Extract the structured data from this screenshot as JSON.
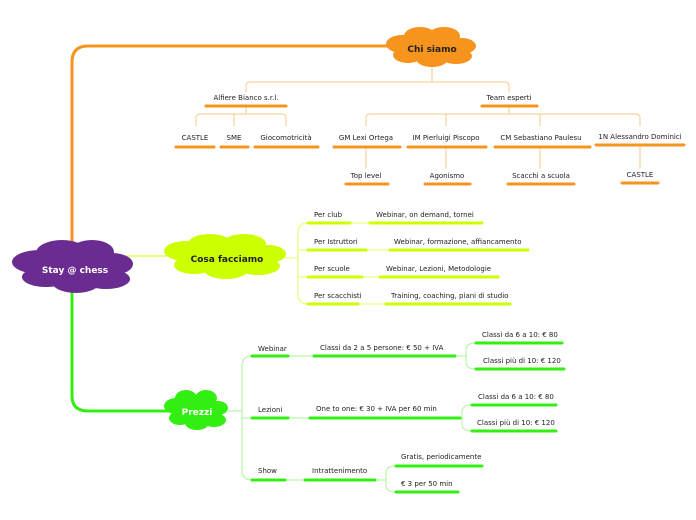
{
  "central": {
    "label": "Stay @ chess",
    "color": "#6b2c91"
  },
  "branches": {
    "chi_siamo": {
      "label": "Chi siamo",
      "color": "#f7941d",
      "groups": {
        "alfiere": {
          "label": "Alfiere Bianco s.r.l.",
          "items": [
            "CASTLE",
            "SME",
            "Giocomotricità"
          ]
        },
        "team": {
          "label": "Team esperti",
          "members": [
            {
              "name": "GM Lexi Ortega",
              "detail": "Top level"
            },
            {
              "name": "IM Pierluigi Piscopo",
              "detail": "Agonismo"
            },
            {
              "name": "CM Sebastiano Paulesu",
              "detail": "Scacchi a scuola"
            },
            {
              "name": "1N Alessandro Dominici",
              "detail": "CASTLE"
            }
          ]
        }
      }
    },
    "cosa_facciamo": {
      "label": "Cosa facciamo",
      "color": "#ccff00",
      "rows": [
        {
          "label": "Per club",
          "detail": "Webinar, on demand, tornei"
        },
        {
          "label": "Per Istruttori",
          "detail": "Webinar, formazione, affiancamento"
        },
        {
          "label": "Per  scuole",
          "detail": "Webinar, Lezioni, Metodologie"
        },
        {
          "label": "Per scacchisti",
          "detail": "Training, coaching, piani di studio"
        }
      ]
    },
    "prezzi": {
      "label": "Prezzi",
      "color": "#33ee11",
      "items": {
        "webinar": {
          "label": "Webinar",
          "detail": "Classi da 2 a 5 persone: € 50 + IVA",
          "subs": [
            "Classi da 6 a 10: € 80",
            "Classi più di 10: € 120"
          ]
        },
        "lezioni": {
          "label": "Lezioni",
          "detail": "One to one: € 30 + IVA per 60 min",
          "subs": [
            "Classi da 6 a 10: € 80",
            "Classi più di 10: € 120"
          ]
        },
        "show": {
          "label": "Show",
          "detail": "Intrattenimento",
          "subs": [
            "Gratis, periodicamente",
            "€ 3 per 50 min"
          ]
        }
      }
    }
  }
}
